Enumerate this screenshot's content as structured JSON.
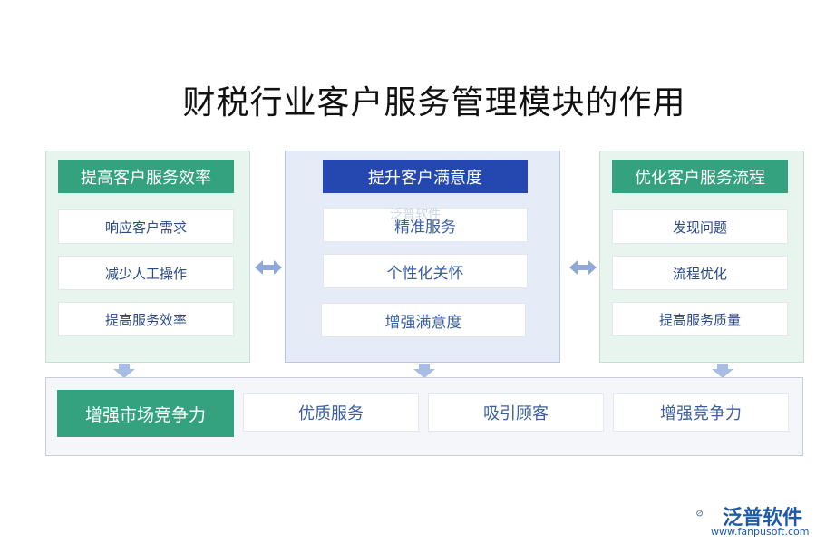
{
  "title": "财税行业客户服务管理模块的作用",
  "columns": [
    {
      "heading": "提高客户服务效率",
      "items": [
        "响应客户需求",
        "减少人工操作",
        "提高服务效率"
      ]
    },
    {
      "heading": "提升客户满意度",
      "items": [
        "精准服务",
        "个性化关怀",
        "增强满意度"
      ]
    },
    {
      "heading": "优化客户服务流程",
      "items": [
        "发现问题",
        "流程优化",
        "提高服务质量"
      ]
    }
  ],
  "bottom": {
    "heading": "增强市场竞争力",
    "items": [
      "优质服务",
      "吸引顾客",
      "增强竞争力"
    ]
  },
  "watermark": "泛普软件",
  "logo": {
    "name": "泛普软件",
    "url": "www.fanpusoft.com"
  },
  "colors": {
    "green_head": "#34a27e",
    "blue_head": "#2448b0",
    "green_panel": "#e8f4ee",
    "blue_panel": "#e6ecf7",
    "arrow": "#8fa8d6"
  }
}
